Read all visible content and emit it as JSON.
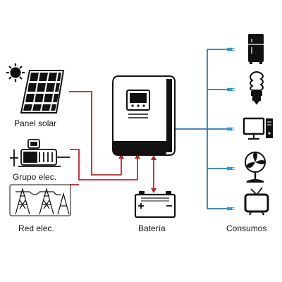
{
  "labels": {
    "solar": "Panel solar",
    "generator": "Grupo elec.",
    "grid": "Red elec.",
    "battery": "Batería",
    "loads": "Consumos"
  },
  "colors": {
    "input_lines": "#c0222a",
    "output_lines": "#2a7ab8",
    "plug": "#2a9ad8",
    "outline": "#111111"
  },
  "icons": {
    "sources": [
      "sun-icon",
      "solar-panel-icon",
      "generator-icon",
      "power-tower-icon"
    ],
    "loads": [
      "fridge-icon",
      "bulb-icon",
      "computer-icon",
      "fan-icon",
      "tv-icon"
    ],
    "center": [
      "inverter-icon",
      "battery-icon"
    ]
  }
}
